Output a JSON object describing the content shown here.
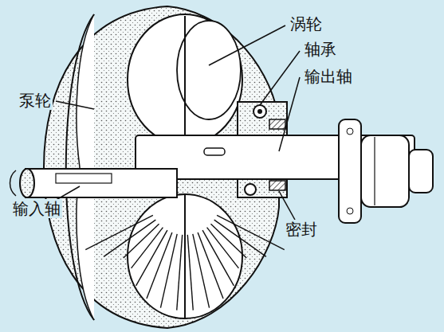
{
  "diagram": {
    "labels": [
      "涡轮",
      "轴承",
      "输出轴",
      "泵轮",
      "输入轴",
      "密封"
    ]
  }
}
